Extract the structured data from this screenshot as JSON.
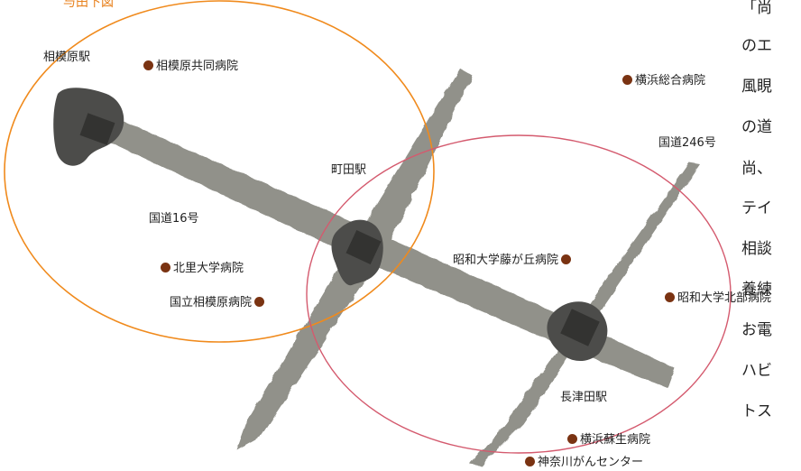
{
  "colors": {
    "left_circle": "#f08a1c",
    "right_circle": "#d45a6e",
    "road": "#8c8c84",
    "station_blob": "#4c4c4a",
    "hospital_dot": "#7a3312",
    "corner_text": "#e8821e"
  },
  "corner_caption": "与田下図",
  "stations": {
    "sagamihara": "相模原駅",
    "machida": "町田駅",
    "nagatsuta": "長津田駅"
  },
  "roads": {
    "route16": "国道16号",
    "route246": "国道246号"
  },
  "hospitals": {
    "sagamihara_kyodo": "相模原共同病院",
    "yokohama_sogo": "横浜総合病院",
    "kitasato": "北里大学病院",
    "kokuritsu_sagamihara": "国立相模原病院",
    "showa_fujigaoka": "昭和大学藤が丘病院",
    "showa_hokubu": "昭和大学北部病院",
    "yokohama_sosei": "横浜蘇生病院",
    "kanagawa_cancer": "神奈川がんセンター"
  },
  "side_text_lines": [
    "「尚",
    "のエ",
    "風睍",
    "の道",
    "尚、",
    "テイ",
    "相談",
    "養練",
    "お電",
    "ハビ",
    "トス"
  ]
}
